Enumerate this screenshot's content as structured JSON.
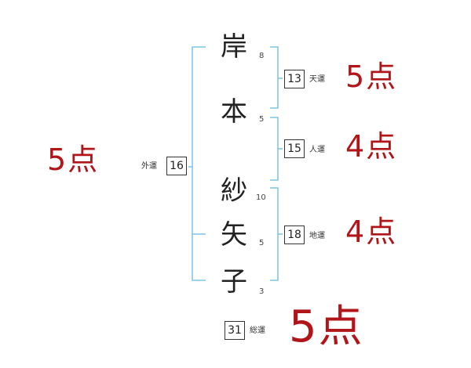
{
  "name_chars": [
    {
      "char": "岸",
      "strokes": "8"
    },
    {
      "char": "本",
      "strokes": "5"
    },
    {
      "char": "紗",
      "strokes": "10"
    },
    {
      "char": "矢",
      "strokes": "5"
    },
    {
      "char": "子",
      "strokes": "3"
    }
  ],
  "fortunes": {
    "ten": {
      "value": "13",
      "label": "天運",
      "score": "5点"
    },
    "jin": {
      "value": "15",
      "label": "人運",
      "score": "4点"
    },
    "chi": {
      "value": "18",
      "label": "地運",
      "score": "4点"
    },
    "gai": {
      "value": "16",
      "label": "外運",
      "score": "5点"
    },
    "so": {
      "value": "31",
      "label": "総運",
      "score": "5点"
    }
  },
  "colors": {
    "bracket": "#7ec3e6",
    "score": "#b0151a"
  }
}
